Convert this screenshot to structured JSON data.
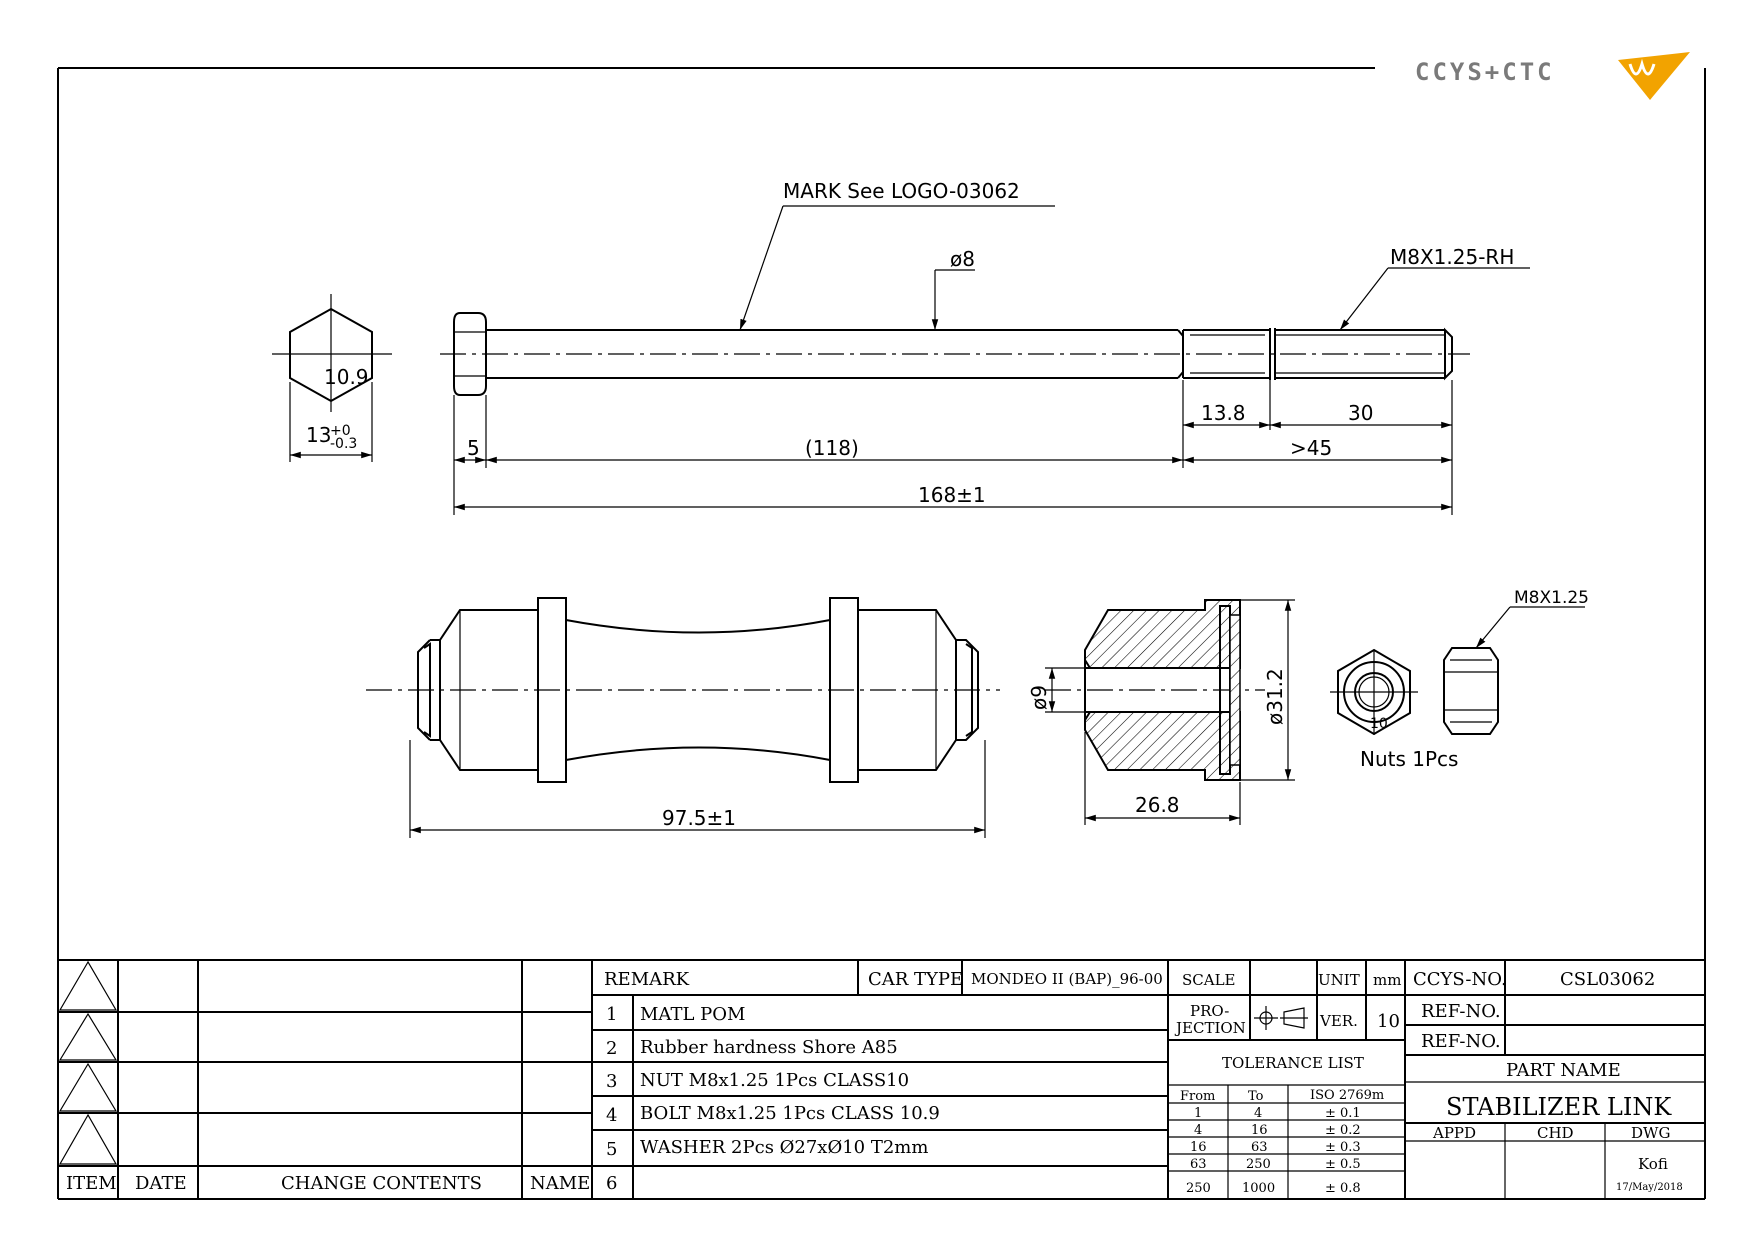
{
  "logo": {
    "text": "CCYS+CTC",
    "colors": {
      "text": "#7a7a7a",
      "mark": "#f2a300"
    }
  },
  "bolt": {
    "mark_note": "MARK  See  LOGO-03062",
    "shank_dia": "ø8",
    "thread": "M8X1.25-RH",
    "head_grade": "10.9",
    "across_flats": "13",
    "across_flats_tol_upper": "+0",
    "across_flats_tol_lower": "-0.3",
    "dim_head": "5",
    "dim_shank": "(118)",
    "dim_neck": "13.8",
    "dim_thread": "30",
    "dim_thread_min": ">45",
    "dim_overall": "168±1"
  },
  "bush": {
    "dim_length": "97.5±1",
    "bore_dia": "ø9",
    "washer_dia": "ø31.2",
    "section_length": "26.8"
  },
  "nut": {
    "thread": "M8X1.25",
    "grade": "10",
    "caption": "Nuts 1Pcs"
  },
  "revision": {
    "headers": {
      "item": "ITEM",
      "date": "DATE",
      "contents": "CHANGE CONTENTS",
      "name": "NAME"
    }
  },
  "remarks": {
    "header": "REMARK",
    "car_type_label": "CAR TYPE",
    "car_type": "MONDEO II (BAP)_96-00",
    "items": [
      {
        "no": "1",
        "text": "MATL POM"
      },
      {
        "no": "2",
        "text": "Rubber hardness Shore A85"
      },
      {
        "no": "3",
        "text": "NUT M8x1.25 1Pcs CLASS10"
      },
      {
        "no": "4",
        "text": "BOLT  M8x1.25 1Pcs CLASS 10.9"
      },
      {
        "no": "5",
        "text": "WASHER 2Pcs Ø27xØ10 T2mm"
      },
      {
        "no": "6",
        "text": ""
      }
    ]
  },
  "scale_block": {
    "scale_label": "SCALE",
    "unit_label": "UNIT",
    "unit": "mm",
    "projection_label_1": "PRO-",
    "projection_label_2": "JECTION",
    "ver_label": "VER.",
    "ver": "10",
    "tolerance_title": "TOLERANCE LIST",
    "tol_headers": {
      "from": "From",
      "to": "To",
      "iso": "ISO 2769m"
    },
    "tolerances": [
      {
        "from": "1",
        "to": "4",
        "tol": "± 0.1"
      },
      {
        "from": "4",
        "to": "16",
        "tol": "± 0.2"
      },
      {
        "from": "16",
        "to": "63",
        "tol": "± 0.3"
      },
      {
        "from": "63",
        "to": "250",
        "tol": "± 0.5"
      },
      {
        "from": "250",
        "to": "1000",
        "tol": "± 0.8"
      }
    ]
  },
  "part_block": {
    "ccys_no_label": "CCYS-NO.",
    "ccys_no": "CSL03062",
    "ref_no_label_1": "REF-NO.",
    "ref_no_label_2": "REF-NO.",
    "part_name_label": "PART NAME",
    "part_name": "STABILIZER LINK",
    "appd_label": "APPD",
    "chd_label": "CHD",
    "dwg_label": "DWG",
    "dwg_by": "Kofi",
    "date": "17/May/2018"
  }
}
